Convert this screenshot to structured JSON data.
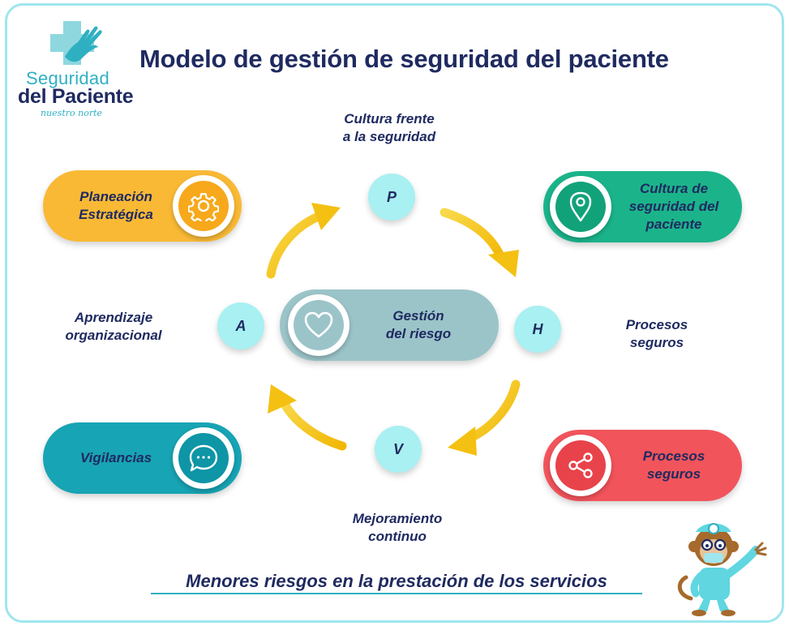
{
  "header": {
    "title": "Modelo de gestión de seguridad del paciente"
  },
  "logo": {
    "line1": "Seguridad",
    "line2": "del Paciente",
    "tagline": "nuestro norte",
    "colors": {
      "cross": "#8fd7df",
      "hand": "#2fb0c2",
      "navy": "#1f2a60"
    }
  },
  "cycle": {
    "labels": {
      "top": {
        "line1": "Cultura frente",
        "line2": "a la seguridad"
      },
      "left": {
        "line1": "Aprendizaje",
        "line2": "organizacional"
      },
      "right": {
        "line1": "Procesos",
        "line2": "seguros"
      },
      "bottom": {
        "line1": "Mejoramiento",
        "line2": "continuo"
      }
    },
    "letters": {
      "p": "P",
      "h": "H",
      "v": "V",
      "a": "A"
    },
    "arrow_color": "#f6c415"
  },
  "center": {
    "line1": "Gestión",
    "line2": "del riesgo",
    "icon": "heart-icon",
    "color": "#9bc4c9"
  },
  "pills": {
    "planeacion": {
      "line1": "Planeación",
      "line2": "Estratégica",
      "icon": "gear-icon",
      "color": "#f9b935"
    },
    "cultura": {
      "line1": "Cultura de",
      "line2": "seguridad del",
      "line3": "paciente",
      "icon": "location-pin-icon",
      "color": "#1bb48a"
    },
    "vigilancias": {
      "line1": "Vigilancias",
      "icon": "chat-bubble-icon",
      "color": "#17a4b4"
    },
    "procesos": {
      "line1": "Procesos",
      "line2": "seguros",
      "icon": "share-icon",
      "color": "#f2545b"
    }
  },
  "footer": {
    "text": "Menores riesgos en la prestación de los servicios"
  },
  "mascot": {
    "icon": "doctor-monkey-icon"
  }
}
